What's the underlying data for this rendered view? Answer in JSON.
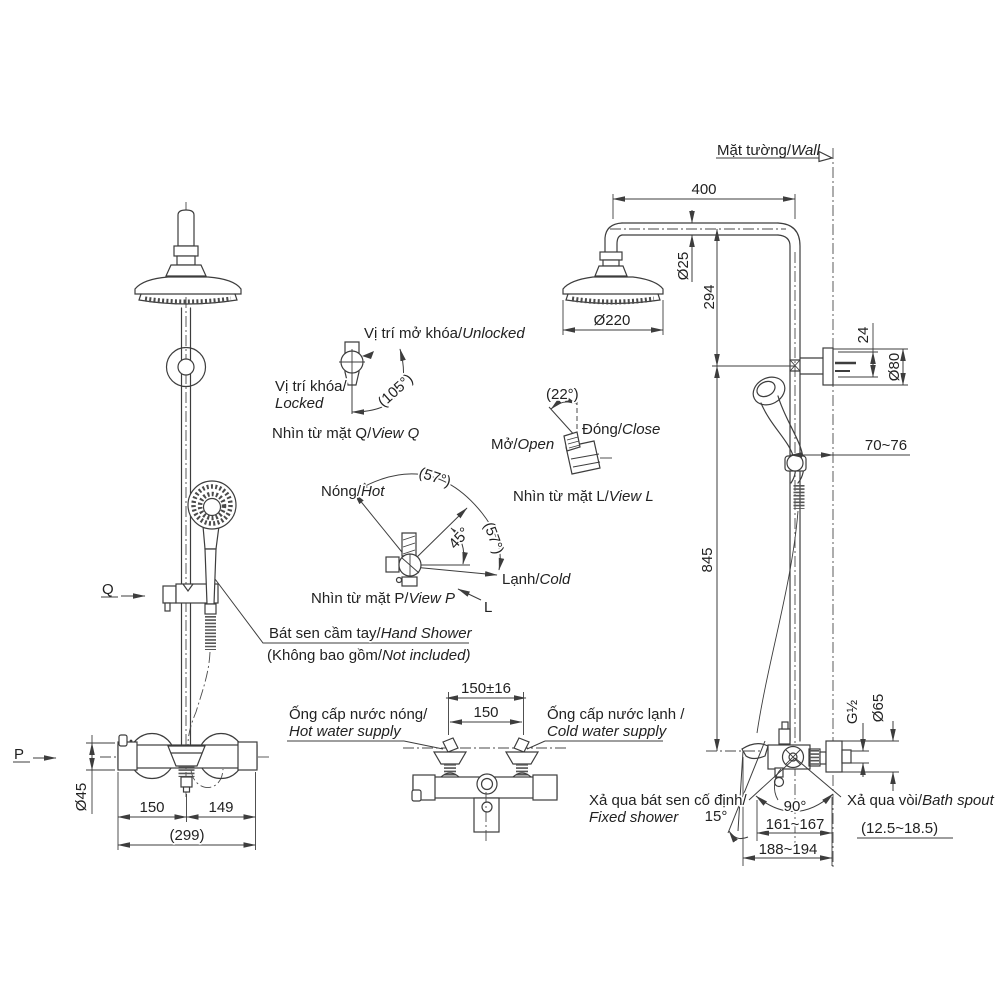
{
  "wall": {
    "vi": "Mặt tường/",
    "en": "Wall"
  },
  "dims": {
    "arm": "400",
    "arm_dia": "Ø25",
    "drop": "294",
    "head": "Ø220",
    "off24": "24",
    "dia80": "Ø80",
    "wall_gap": "70~76",
    "height": "845",
    "thread": "G½",
    "dia65": "Ø65",
    "dia45": "Ø45",
    "left150": "150",
    "right149": "149",
    "total299": "(299)",
    "span150t": "150±16",
    "span150": "150",
    "swing90": "90°",
    "tilt15": "15°",
    "reach": "161~167",
    "reach2": "188~194",
    "proj": "(12.5~18.5)"
  },
  "view_q": {
    "unlocked_vi": "Vị trí mở khóa/",
    "unlocked_en": "Unlocked",
    "locked_vi": "Vị trí khóa/",
    "locked_en": "Locked",
    "angle": "(105°)",
    "caption_vi": "Nhìn từ mặt Q/",
    "caption_en": "View Q"
  },
  "view_l": {
    "angle": "(22°)",
    "open_vi": "Mở/",
    "open_en": "Open",
    "close_vi": "Đóng/",
    "close_en": "Close",
    "caption_vi": "Nhìn từ mặt L/",
    "caption_en": "View L"
  },
  "view_p": {
    "hot_vi": "Nóng/",
    "hot_en": "Hot",
    "cold_vi": "Lạnh/",
    "cold_en": "Cold",
    "angle_hot": "(57°)",
    "angle_cold": "(57°)",
    "angle_mid": "45°",
    "caption_vi": "Nhìn từ mặt P/",
    "caption_en": "View P",
    "marker": "L"
  },
  "labels": {
    "hand1_vi": "Bát sen cầm tay/",
    "hand1_en": "Hand Shower",
    "hand2_vi": "(Không bao gồm/",
    "hand2_en": "Not included)",
    "hot1": "Ống cấp nước nóng/",
    "hot2": "Hot water supply",
    "cold1": "Ống cấp nước lạnh /",
    "cold2": "Cold water supply",
    "fixed1": "Xả qua bát sen cố định/",
    "fixed2": "Fixed shower",
    "spout_vi": "Xả qua vòi/",
    "spout_en": "Bath spout"
  },
  "markers": {
    "p": "P",
    "q": "Q"
  }
}
